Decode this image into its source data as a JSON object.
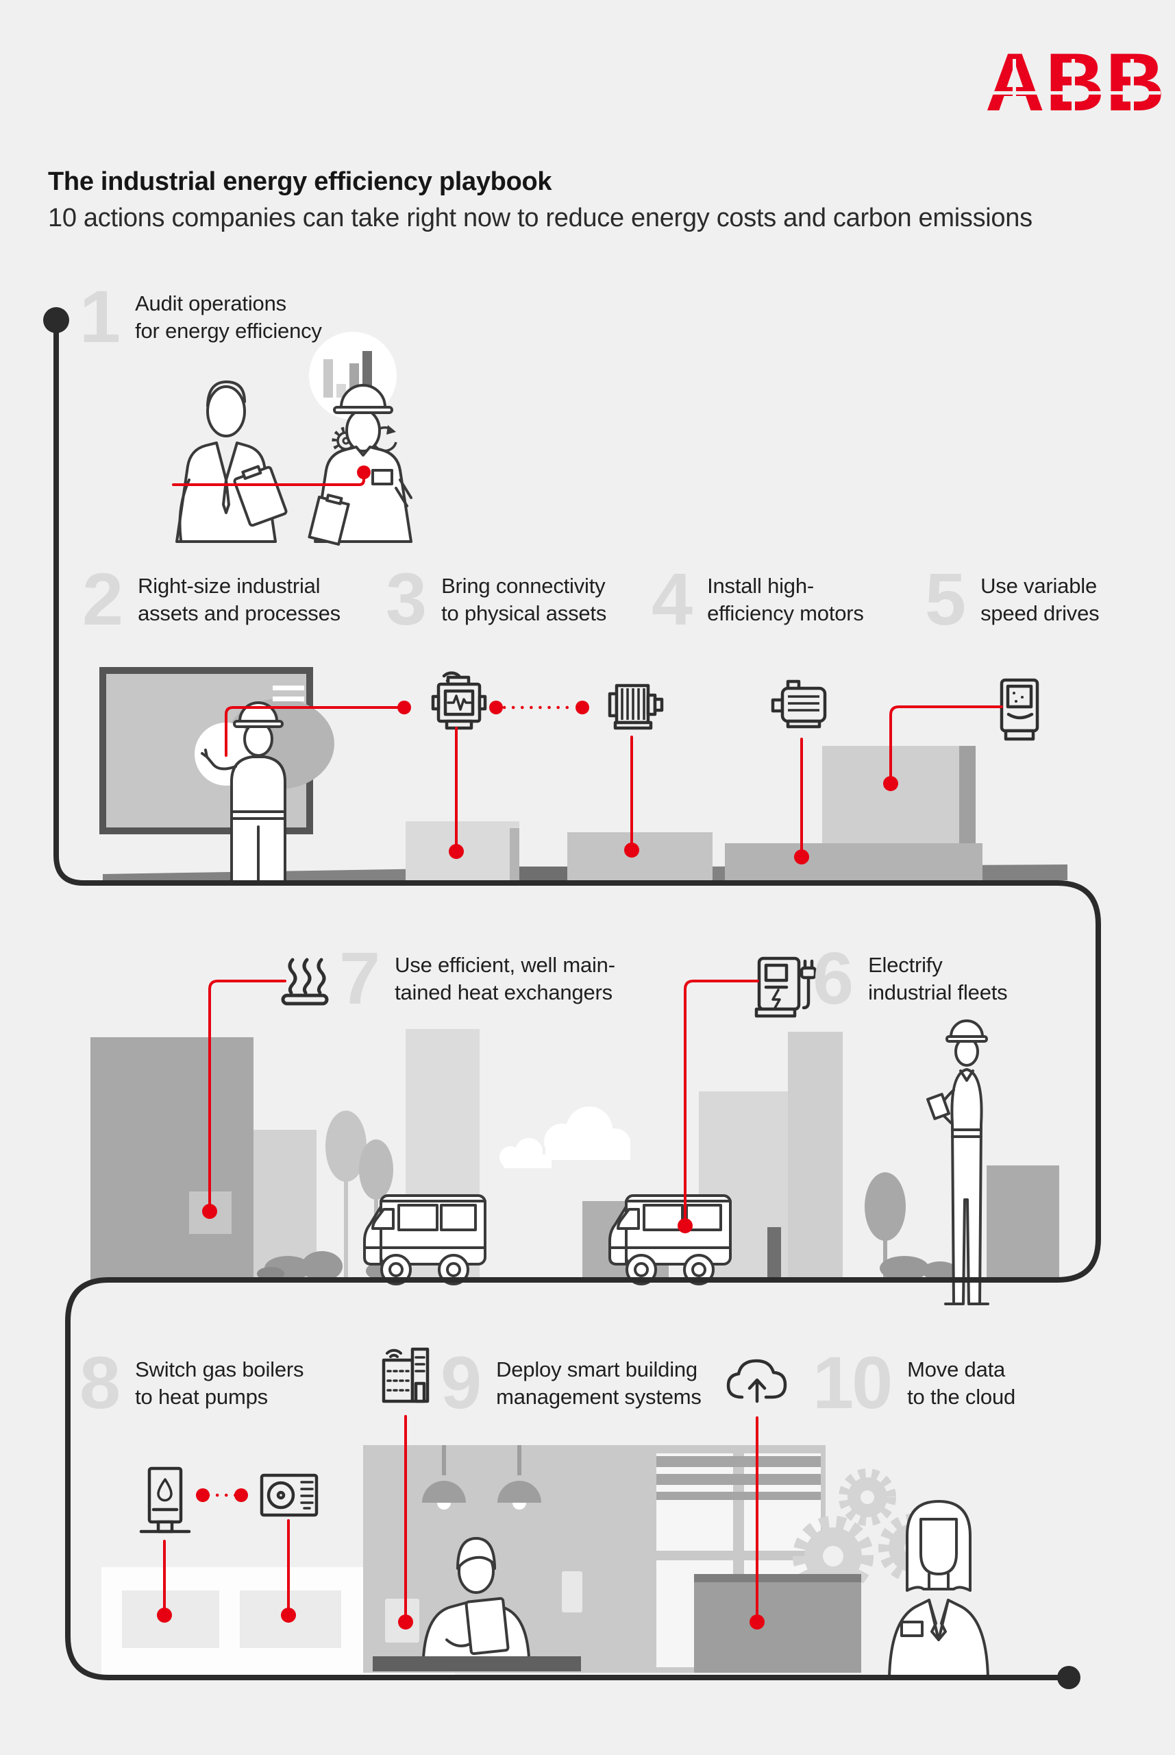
{
  "header": {
    "logo_text": "ABB",
    "title": "The industrial energy efficiency playbook",
    "subtitle": "10 actions companies can take right now to reduce energy costs and carbon emissions"
  },
  "steps": [
    {
      "num": "1",
      "line1": "Audit operations",
      "line2": "for energy efficiency",
      "icon": "bar-chart-circle / gears / refresh"
    },
    {
      "num": "2",
      "line1": "Right-size industrial",
      "line2": "assets and processes",
      "icon": "presentation-board"
    },
    {
      "num": "3",
      "line1": "Bring connectivity",
      "line2": "to physical assets",
      "icon": "connected-sensor-motor"
    },
    {
      "num": "4",
      "line1": "Install high-",
      "line2": "efficiency motors",
      "icon": "electric-motor"
    },
    {
      "num": "5",
      "line1": "Use variable",
      "line2": "speed drives",
      "icon": "variable-speed-drive"
    },
    {
      "num": "6",
      "line1": "Electrify",
      "line2": "industrial fleets",
      "icon": "ev-charger"
    },
    {
      "num": "7",
      "line1": "Use efficient, well main-",
      "line2": "tained heat exchangers",
      "icon": "heat-exchanger"
    },
    {
      "num": "8",
      "line1": "Switch gas boilers",
      "line2": "to heat pumps",
      "icon": "gas-boiler-and-heat-pump"
    },
    {
      "num": "9",
      "line1": "Deploy smart building",
      "line2": "management systems",
      "icon": "smart-building"
    },
    {
      "num": "10",
      "line1": "Move data",
      "line2": "to the cloud",
      "icon": "cloud-upload"
    }
  ],
  "colors": {
    "background": "#f0f0f0",
    "accent_red": "#e60011",
    "logo_red": "#e8001c",
    "ink": "#3a3a3a",
    "timeline": "#2b2b2b",
    "numeral": "#dadada",
    "text": "#1f1f1f"
  }
}
